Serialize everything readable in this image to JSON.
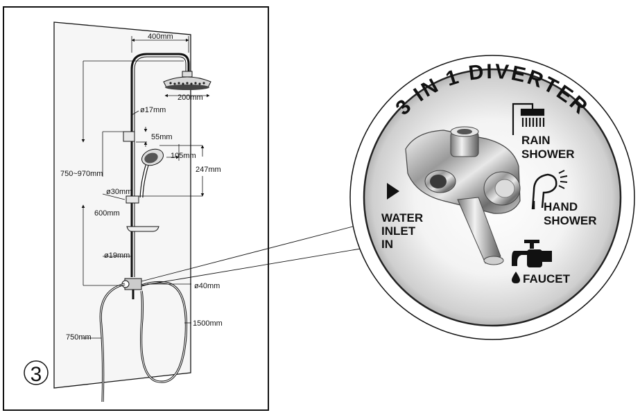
{
  "step_number": "3",
  "dimensions": {
    "arm_length": "400mm",
    "head_diameter": "200mm",
    "upper_pipe_diameter": "ø17mm",
    "holder_height": "55mm",
    "hand_offset": "105mm",
    "hand_height": "247mm",
    "total_height": "750~970mm",
    "slider_diameter": "ø30mm",
    "bar_length": "600mm",
    "lower_pipe_diameter": "ø19mm",
    "diverter_diameter": "ø40mm",
    "hose_length": "1500mm",
    "side_length": "750mm"
  },
  "diverter": {
    "title": "3 IN 1 DIVERTER",
    "rain_shower": [
      "RAIN",
      "SHOWER"
    ],
    "hand_shower": [
      "HAND",
      "SHOWER"
    ],
    "water_inlet": [
      "WATER",
      "INLET",
      "IN"
    ],
    "faucet": "FAUCET"
  },
  "icons": [
    "rain-shower-icon",
    "hand-shower-icon",
    "faucet-icon",
    "water-drop-icon",
    "inlet-arrow-icon"
  ]
}
